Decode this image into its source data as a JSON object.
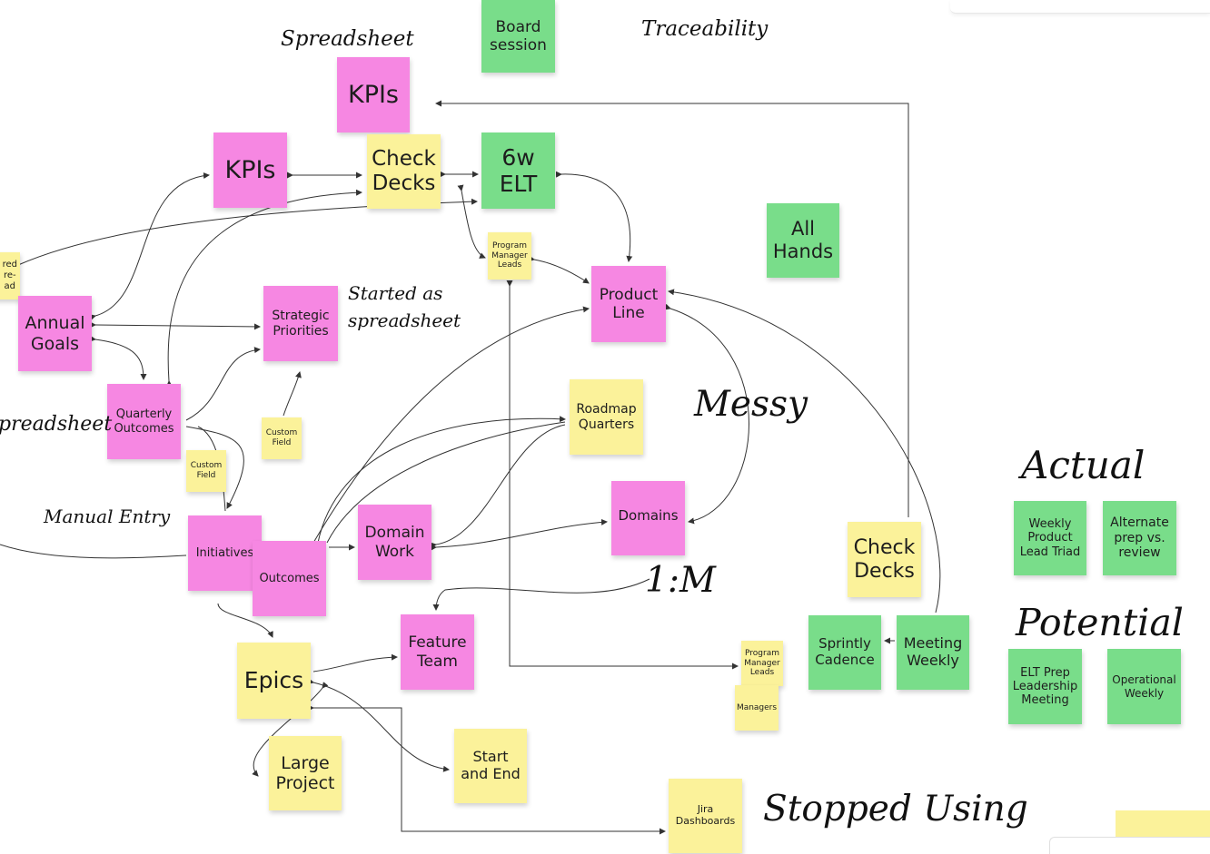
{
  "notes": {
    "board_session": "Board\nsession",
    "kpis_top": "KPIs",
    "kpis_mid": "KPIs",
    "check_decks_top": "Check\nDecks",
    "elt_6w": "6w\nELT",
    "all_hands": "All\nHands",
    "offscreen_left": "red\nre-\nad",
    "program_manager_leads_top": "Program\nManager\nLeads",
    "annual_goals": "Annual\nGoals",
    "strategic_priorities": "Strategic\nPriorities",
    "product_line": "Product\nLine",
    "quarterly_outcomes": "Quarterly\nOutcomes",
    "custom_field_1": "Custom\nField",
    "custom_field_2": "Custom\nField",
    "roadmap_quarters": "Roadmap\nQuarters",
    "domains": "Domains",
    "initiatives": "Initiatives",
    "outcomes": "Outcomes",
    "domain_work": "Domain\nWork",
    "check_decks_right": "Check\nDecks",
    "weekly_product_lead_triad": "Weekly\nProduct\nLead Triad",
    "alternate_prep": "Alternate\nprep vs.\nreview",
    "feature_team": "Feature\nTeam",
    "epics": "Epics",
    "sprintly_cadence": "Sprintly\nCadence",
    "meeting_weekly": "Meeting\nWeekly",
    "program_manager_leads_bottom": "Program\nManager\nLeads",
    "managers": "Managers",
    "elt_prep": "ELT Prep\nLeadership\nMeeting",
    "operational_weekly": "Operational\nWeekly",
    "large_project": "Large\nProject",
    "start_and_end": "Start\nand End",
    "jira_dashboards": "Jira\nDashboards",
    "bottom_right_partial": ""
  },
  "annotations": {
    "spreadsheet_top": "Spreadsheet",
    "traceability": "Traceability",
    "started_as_spreadsheet": "Started as\nspreadsheet",
    "spreadsheet_left": "preadsheet",
    "manual_entry": "Manual Entry",
    "messy": "Messy",
    "one_to_many": "1:M",
    "actual": "Actual",
    "potential": "Potential",
    "stopped_using": "Stopped Using"
  },
  "colors": {
    "pink": "#f687e2",
    "yellow": "#fbf29a",
    "green": "#79dd8a",
    "arrow": "#333333"
  }
}
